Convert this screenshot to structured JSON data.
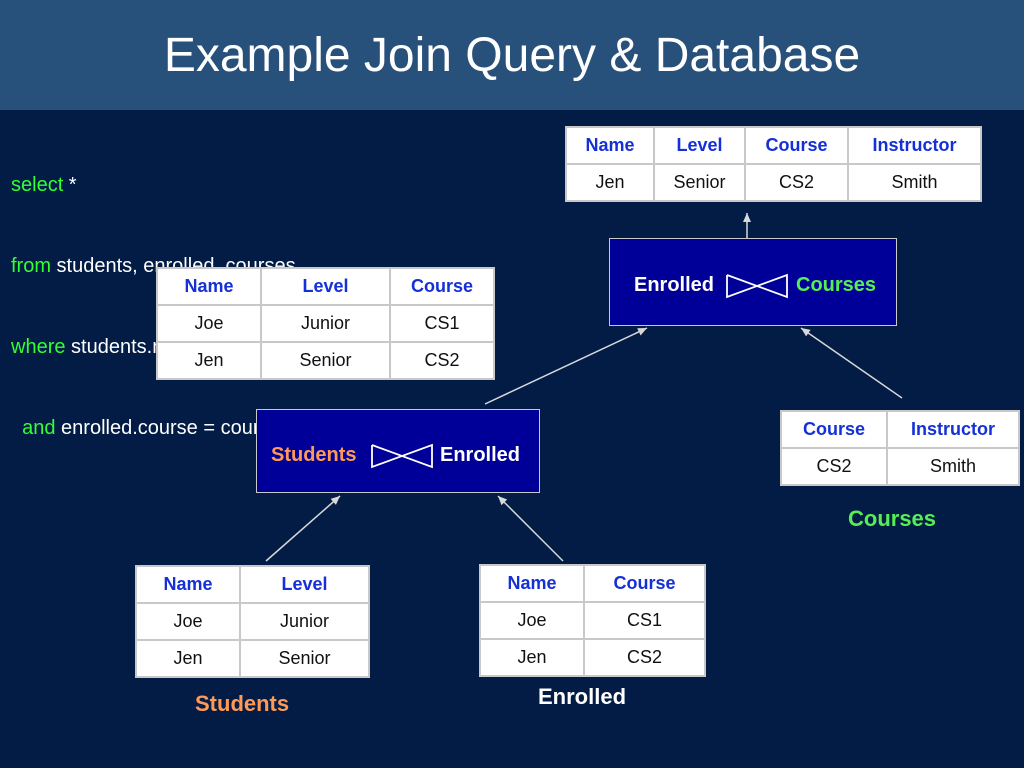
{
  "title": "Example Join Query & Database",
  "query": {
    "line1": {
      "kw": "select",
      "rest": " *"
    },
    "line2": {
      "kw": "from",
      "rest": " students, enrolled, courses"
    },
    "line3": {
      "kw": "where",
      "rest": " students.name = enrolled.name"
    },
    "line4": {
      "kw": "and",
      "rest": " enrolled.course = courses.course"
    }
  },
  "colors": {
    "background": "#021c46",
    "title_bar": "#27507a",
    "keyword": "#33ff33",
    "students_label": "#ff9955",
    "courses_label": "#55ee55",
    "join_box": "#000099",
    "table_header": "#1430d6"
  },
  "final_result": {
    "headers": [
      "Name",
      "Level",
      "Course",
      "Instructor"
    ],
    "rows": [
      [
        "Jen",
        "Senior",
        "CS2",
        "Smith"
      ]
    ]
  },
  "intermediate_result": {
    "headers": [
      "Name",
      "Level",
      "Course"
    ],
    "rows": [
      [
        "Joe",
        "Junior",
        "CS1"
      ],
      [
        "Jen",
        "Senior",
        "CS2"
      ]
    ]
  },
  "join_top": {
    "left": "Enrolled",
    "right": "Courses",
    "icon": "bowtie-join-icon"
  },
  "join_bottom": {
    "left": "Students",
    "right": "Enrolled",
    "icon": "bowtie-join-icon"
  },
  "courses_table": {
    "headers": [
      "Course",
      "Instructor"
    ],
    "rows": [
      [
        "CS2",
        "Smith"
      ]
    ],
    "caption": "Courses"
  },
  "students_table": {
    "headers": [
      "Name",
      "Level"
    ],
    "rows": [
      [
        "Joe",
        "Junior"
      ],
      [
        "Jen",
        "Senior"
      ]
    ],
    "caption": "Students"
  },
  "enrolled_table": {
    "headers": [
      "Name",
      "Course"
    ],
    "rows": [
      [
        "Joe",
        "CS1"
      ],
      [
        "Jen",
        "CS2"
      ]
    ],
    "caption": "Enrolled"
  }
}
